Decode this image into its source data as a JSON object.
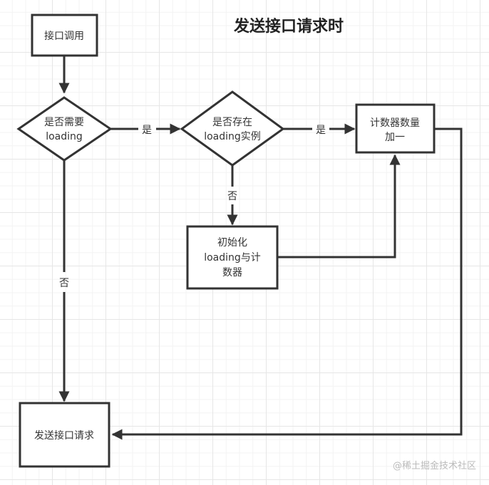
{
  "title": "发送接口请求时",
  "nodes": {
    "api_call": {
      "lines": [
        "接口调用"
      ]
    },
    "need_loading": {
      "lines": [
        "是否需要",
        "loading"
      ]
    },
    "instance_exists": {
      "lines": [
        "是否存在",
        "loading实例"
      ]
    },
    "counter_increment": {
      "lines": [
        "计数器数量",
        "加一"
      ]
    },
    "init_loading": {
      "lines": [
        "初始化",
        "loading与计",
        "数器"
      ]
    },
    "send_request": {
      "lines": [
        "发送接口请求"
      ]
    }
  },
  "edges": {
    "need_yes": "是",
    "need_no": "否",
    "instance_yes": "是",
    "instance_no": "否"
  },
  "watermark": "@稀土掘金技术社区",
  "colors": {
    "stroke": "#333333",
    "text": "#333333",
    "watermark": "#bbbbbb"
  }
}
